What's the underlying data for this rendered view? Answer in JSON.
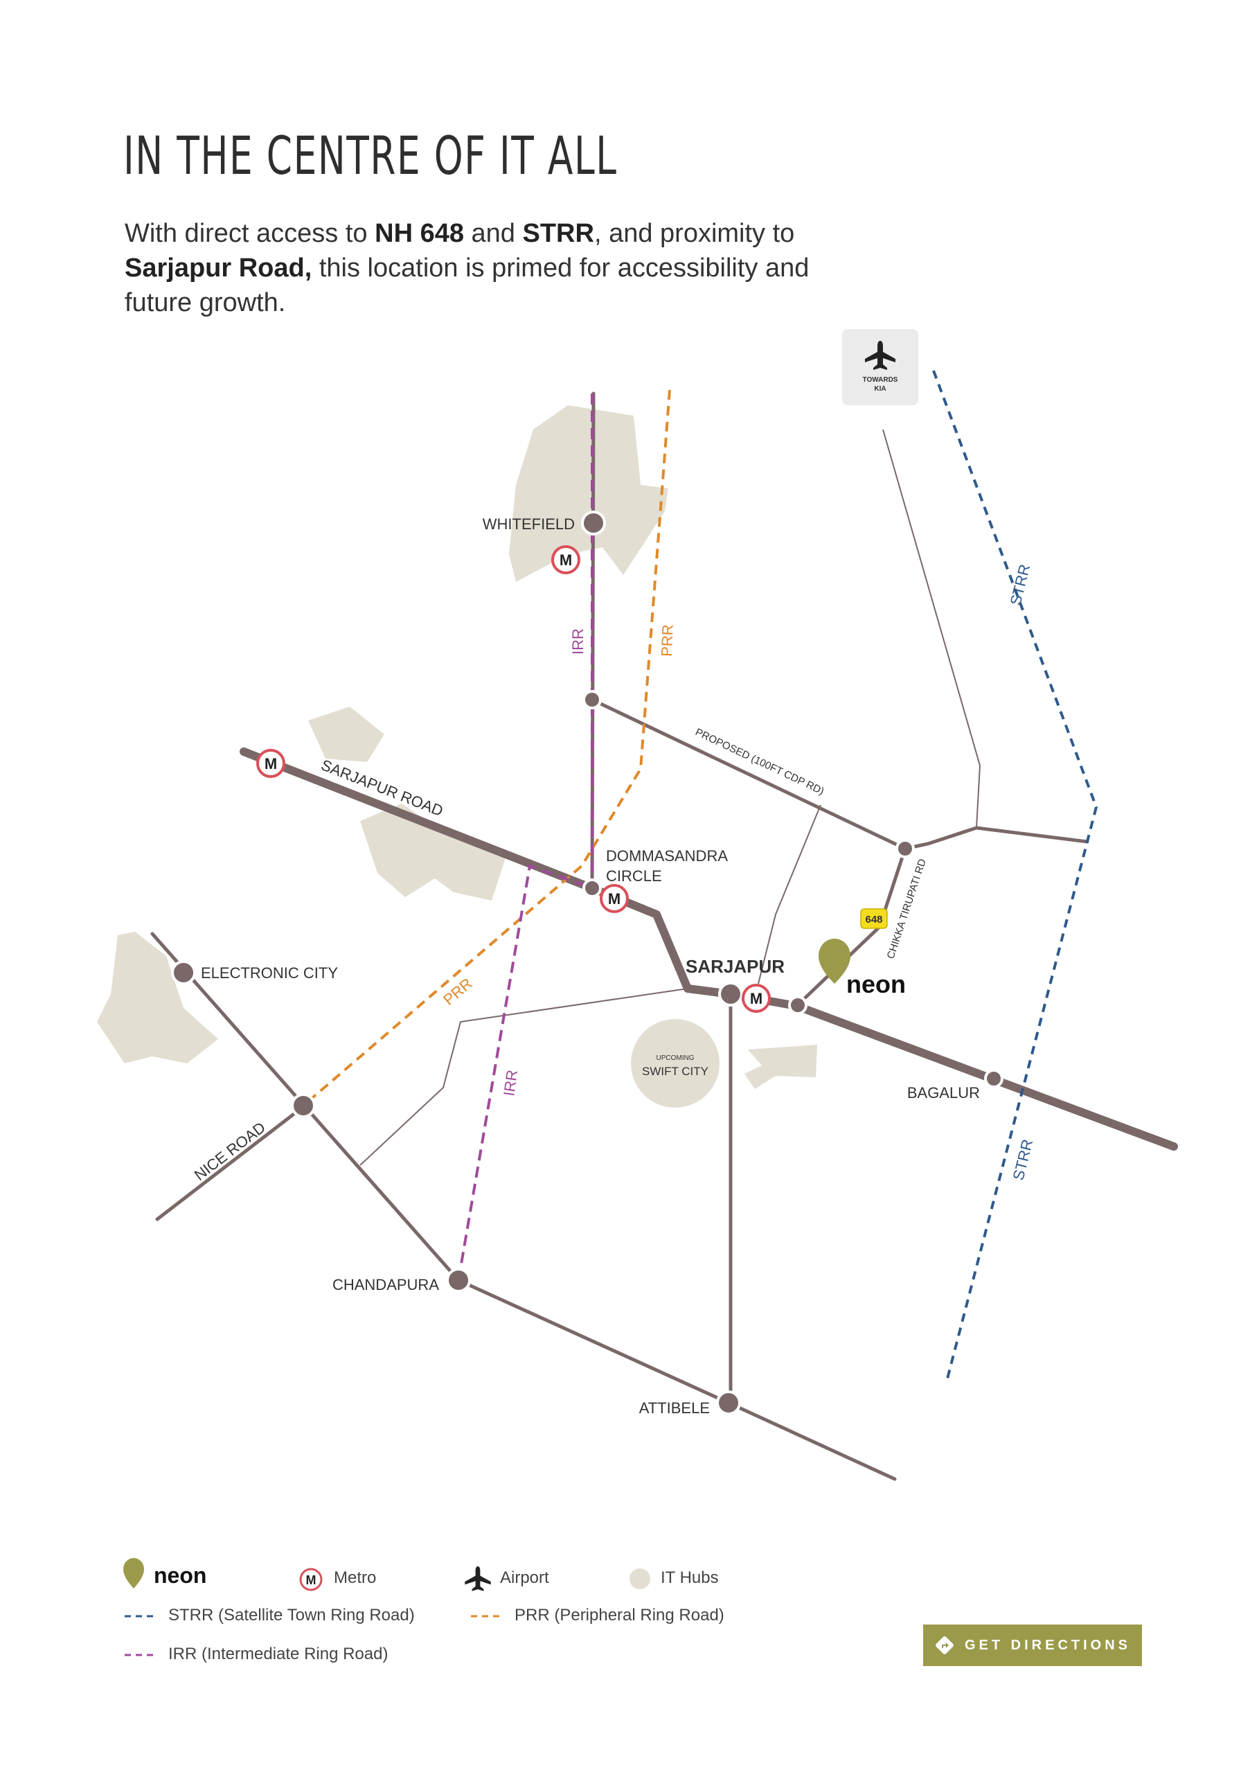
{
  "page": {
    "title": "IN THE CENTRE OF IT ALL",
    "intro": {
      "p1": "With direct access to ",
      "b1": "NH 648",
      "p2": " and ",
      "b2": "STRR",
      "p3": ", and proximity to ",
      "b3": "Sarjapur Road,",
      "p4": " this location is primed for accessibility and future growth."
    }
  },
  "map": {
    "places": {
      "whitefield": "WHITEFIELD",
      "dommasandra1": "DOMMASANDRA",
      "dommasandra2": "CIRCLE",
      "electronic_city": "ELECTRONIC CITY",
      "sarjapur": "SARJAPUR",
      "bagalur": "BAGALUR",
      "chandapura": "CHANDAPURA",
      "attibele": "ATTIBELE",
      "swift1": "UPCOMING",
      "swift2": "SWIFT CITY",
      "kia1": "TOWARDS",
      "kia2": "KIA"
    },
    "roads": {
      "sarjapur_road": "SARJAPUR ROAD",
      "nice_road": "NICE ROAD",
      "proposed": "PROPOSED (100FT CDP RD)",
      "chikka": "CHIKKA TIRUPATI RD",
      "nh": "648",
      "irr": "IRR",
      "prr": "PRR",
      "strr": "STRR"
    },
    "metro_letter": "M",
    "brand": "neon",
    "colors": {
      "road": "#7a6868",
      "strr": "#2f5a8c",
      "prr": "#e0892a",
      "irr": "#a04a9a",
      "it_hub": "#e2ded2",
      "brand": "#9a9a4a",
      "metro": "#d9505a",
      "nh_badge": "#f5dc1e"
    }
  },
  "legend": {
    "brand": "neon",
    "metro": "Metro",
    "airport": "Airport",
    "it_hubs": "IT Hubs",
    "strr": "STRR (Satellite Town Ring Road)",
    "prr": "PRR (Peripheral Ring Road)",
    "irr": "IRR (Intermediate Ring Road)"
  },
  "cta": {
    "label": "GET DIRECTIONS"
  }
}
